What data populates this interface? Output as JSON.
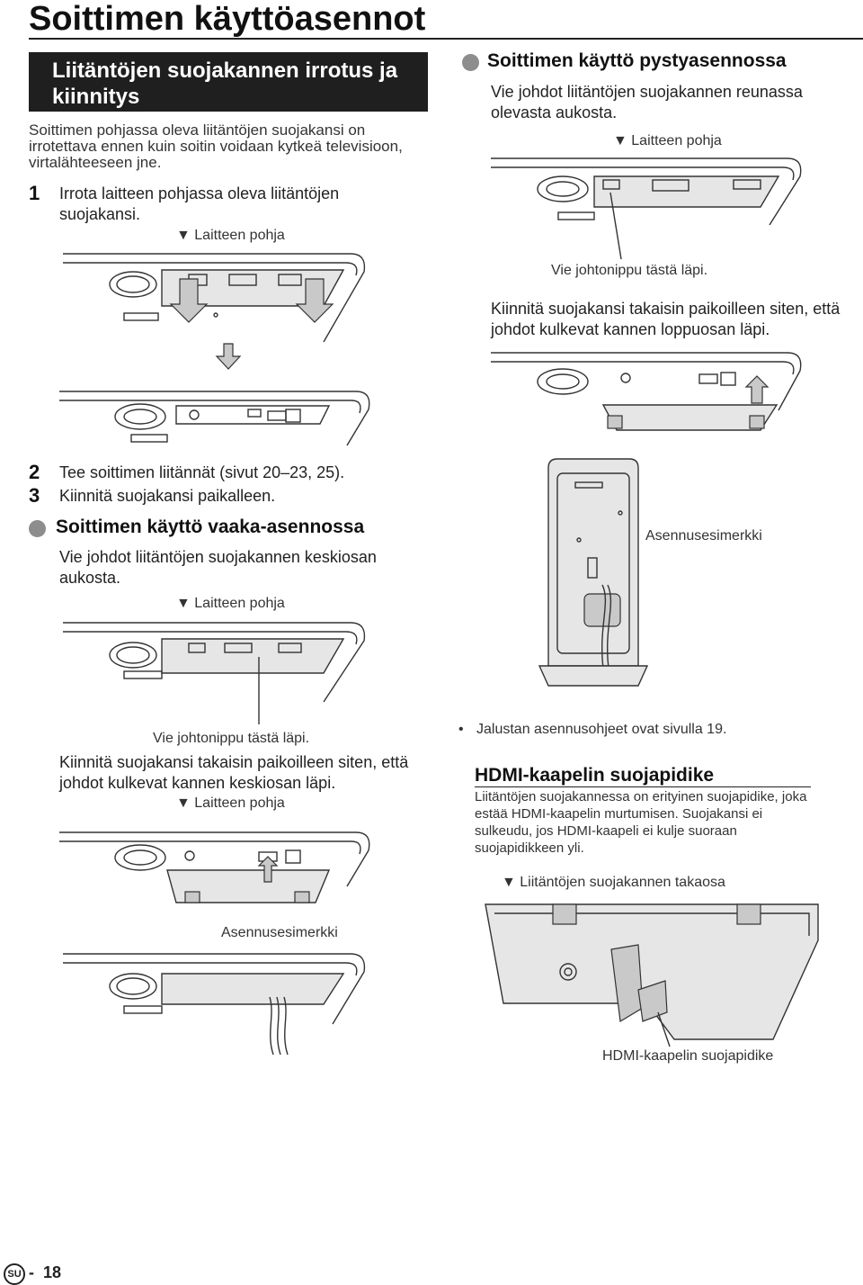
{
  "page": {
    "title": "Soittimen käyttöasennot",
    "footer": {
      "region_badge": "SU",
      "separator": "-",
      "page_number": "18"
    }
  },
  "section_removal": {
    "heading": "Liitäntöjen suojakannen irrotus ja kiinnitys",
    "intro": "Soittimen pohjassa oleva liitäntöjen suojakansi on irrotettava ennen kuin soitin voidaan kytkeä televisioon, virtalähteeseen jne.",
    "step1_num": "1",
    "step1_text": "Irrota laitteen pohjassa oleva liitäntöjen suojakansi.",
    "fig1_caption": "▼ Laitteen pohja"
  },
  "vertical_use": {
    "heading": "Soittimen käyttö pystyasennossa",
    "text": "Vie johdot liitäntöjen suojakannen reunassa olevasta aukosta.",
    "fig_caption": "▼ Laitteen pohja",
    "pointer_label": "Vie johtonippu tästä läpi.",
    "reattach_text": "Kiinnitä suojakansi takaisin paikoilleen siten, että johdot kulkevat kannen loppuosan läpi.",
    "stand_label": "Asennusesimerkki"
  },
  "steps": {
    "step2_num": "2",
    "step2_text": "Tee soittimen liitännät (sivut 20–23, 25).",
    "step3_num": "3",
    "step3_text": "Kiinnitä suojakansi paikalleen."
  },
  "horizontal_use": {
    "heading": "Soittimen käyttö vaaka-asennossa",
    "text": "Vie johdot liitäntöjen suojakannen keskiosan aukosta.",
    "fig_caption": "▼ Laitteen pohja",
    "pointer_label": "Vie johtonippu tästä läpi.",
    "reattach_text": "Kiinnitä suojakansi takaisin paikoilleen siten, että johdot kulkevat kannen keskiosan läpi.",
    "fig2_caption": "▼ Laitteen pohja",
    "example_label": "Asennusesimerkki"
  },
  "hdmi": {
    "bullet": "Jalustan asennusohjeet ovat sivulla 19.",
    "heading": "HDMI-kaapelin suojapidike",
    "text": "Liitäntöjen suojakannessa on erityinen suojapidike, joka estää HDMI-kaapelin murtumisen. Suojakansi ei sulkeudu, jos HDMI-kaapeli ei kulje suoraan suojapidikkeen yli.",
    "fig_caption": "▼ Liitäntöjen suojakannen takaosa",
    "part_label": "HDMI-kaapelin suojapidike"
  }
}
